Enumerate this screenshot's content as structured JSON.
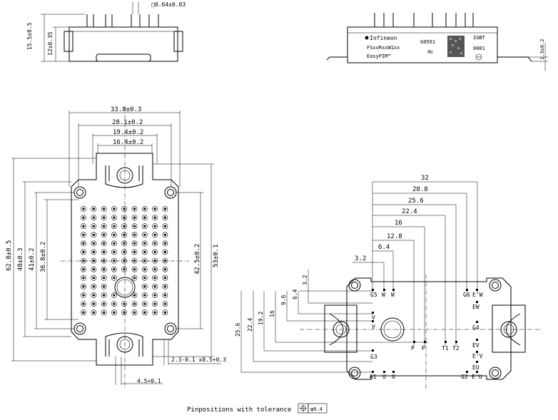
{
  "top_side_view": {
    "dim_height_total": "15.5±0.5",
    "dim_height_body": "12±0.35",
    "dim_pin": "□0.64±0.03"
  },
  "top_front_view": {
    "brand": "Infineon",
    "part": "FSxxRxxW1xx",
    "series": "EasyPIM™",
    "code1": "G0501",
    "marking": "IGBT",
    "code2": "0001",
    "dim_lead": "1.3±0.2"
  },
  "main_view": {
    "dim_33_8": "33.8±0.3",
    "dim_28_1": "28.1±0.2",
    "dim_19_4": "19.4±0.2",
    "dim_16_4": "16.4±0.2",
    "dim_62_8": "62.8±0.5",
    "dim_48": "48±0.3",
    "dim_41": "41±0.2",
    "dim_36_8": "36.8±0.2",
    "dim_42_5": "42.5±0.2",
    "dim_53": "53±0.1",
    "dim_2_3": "2.3-0.1 x8.5+0.3",
    "dim_4_5": "4.5+0.1"
  },
  "pin_view": {
    "h_dims": [
      "32",
      "28.8",
      "25.6",
      "22.4",
      "16",
      "12.8",
      "6.4",
      "3.2"
    ],
    "v_dims": [
      "3.2",
      "6.4",
      "9.6",
      "16",
      "19.2",
      "22.4",
      "25.6"
    ],
    "pin_labels": {
      "G5": "G5",
      "W1": "W",
      "W2": "W",
      "G6": "G6",
      "EW_top": "E'W",
      "EW": "EW",
      "V1": "V",
      "V2": "V",
      "P1": "P",
      "P2": "P",
      "T1": "T1",
      "T2": "T2",
      "G4": "G4",
      "EV": "EV",
      "EV2": "E'V",
      "G3": "G3",
      "EU": "EU",
      "G1": "G1",
      "U1": "U",
      "U2": "U",
      "G2": "G2",
      "EU2": "E'U"
    }
  },
  "footer": {
    "note": "Pinpositions with tolerance",
    "tolerance": "φ0.4"
  }
}
